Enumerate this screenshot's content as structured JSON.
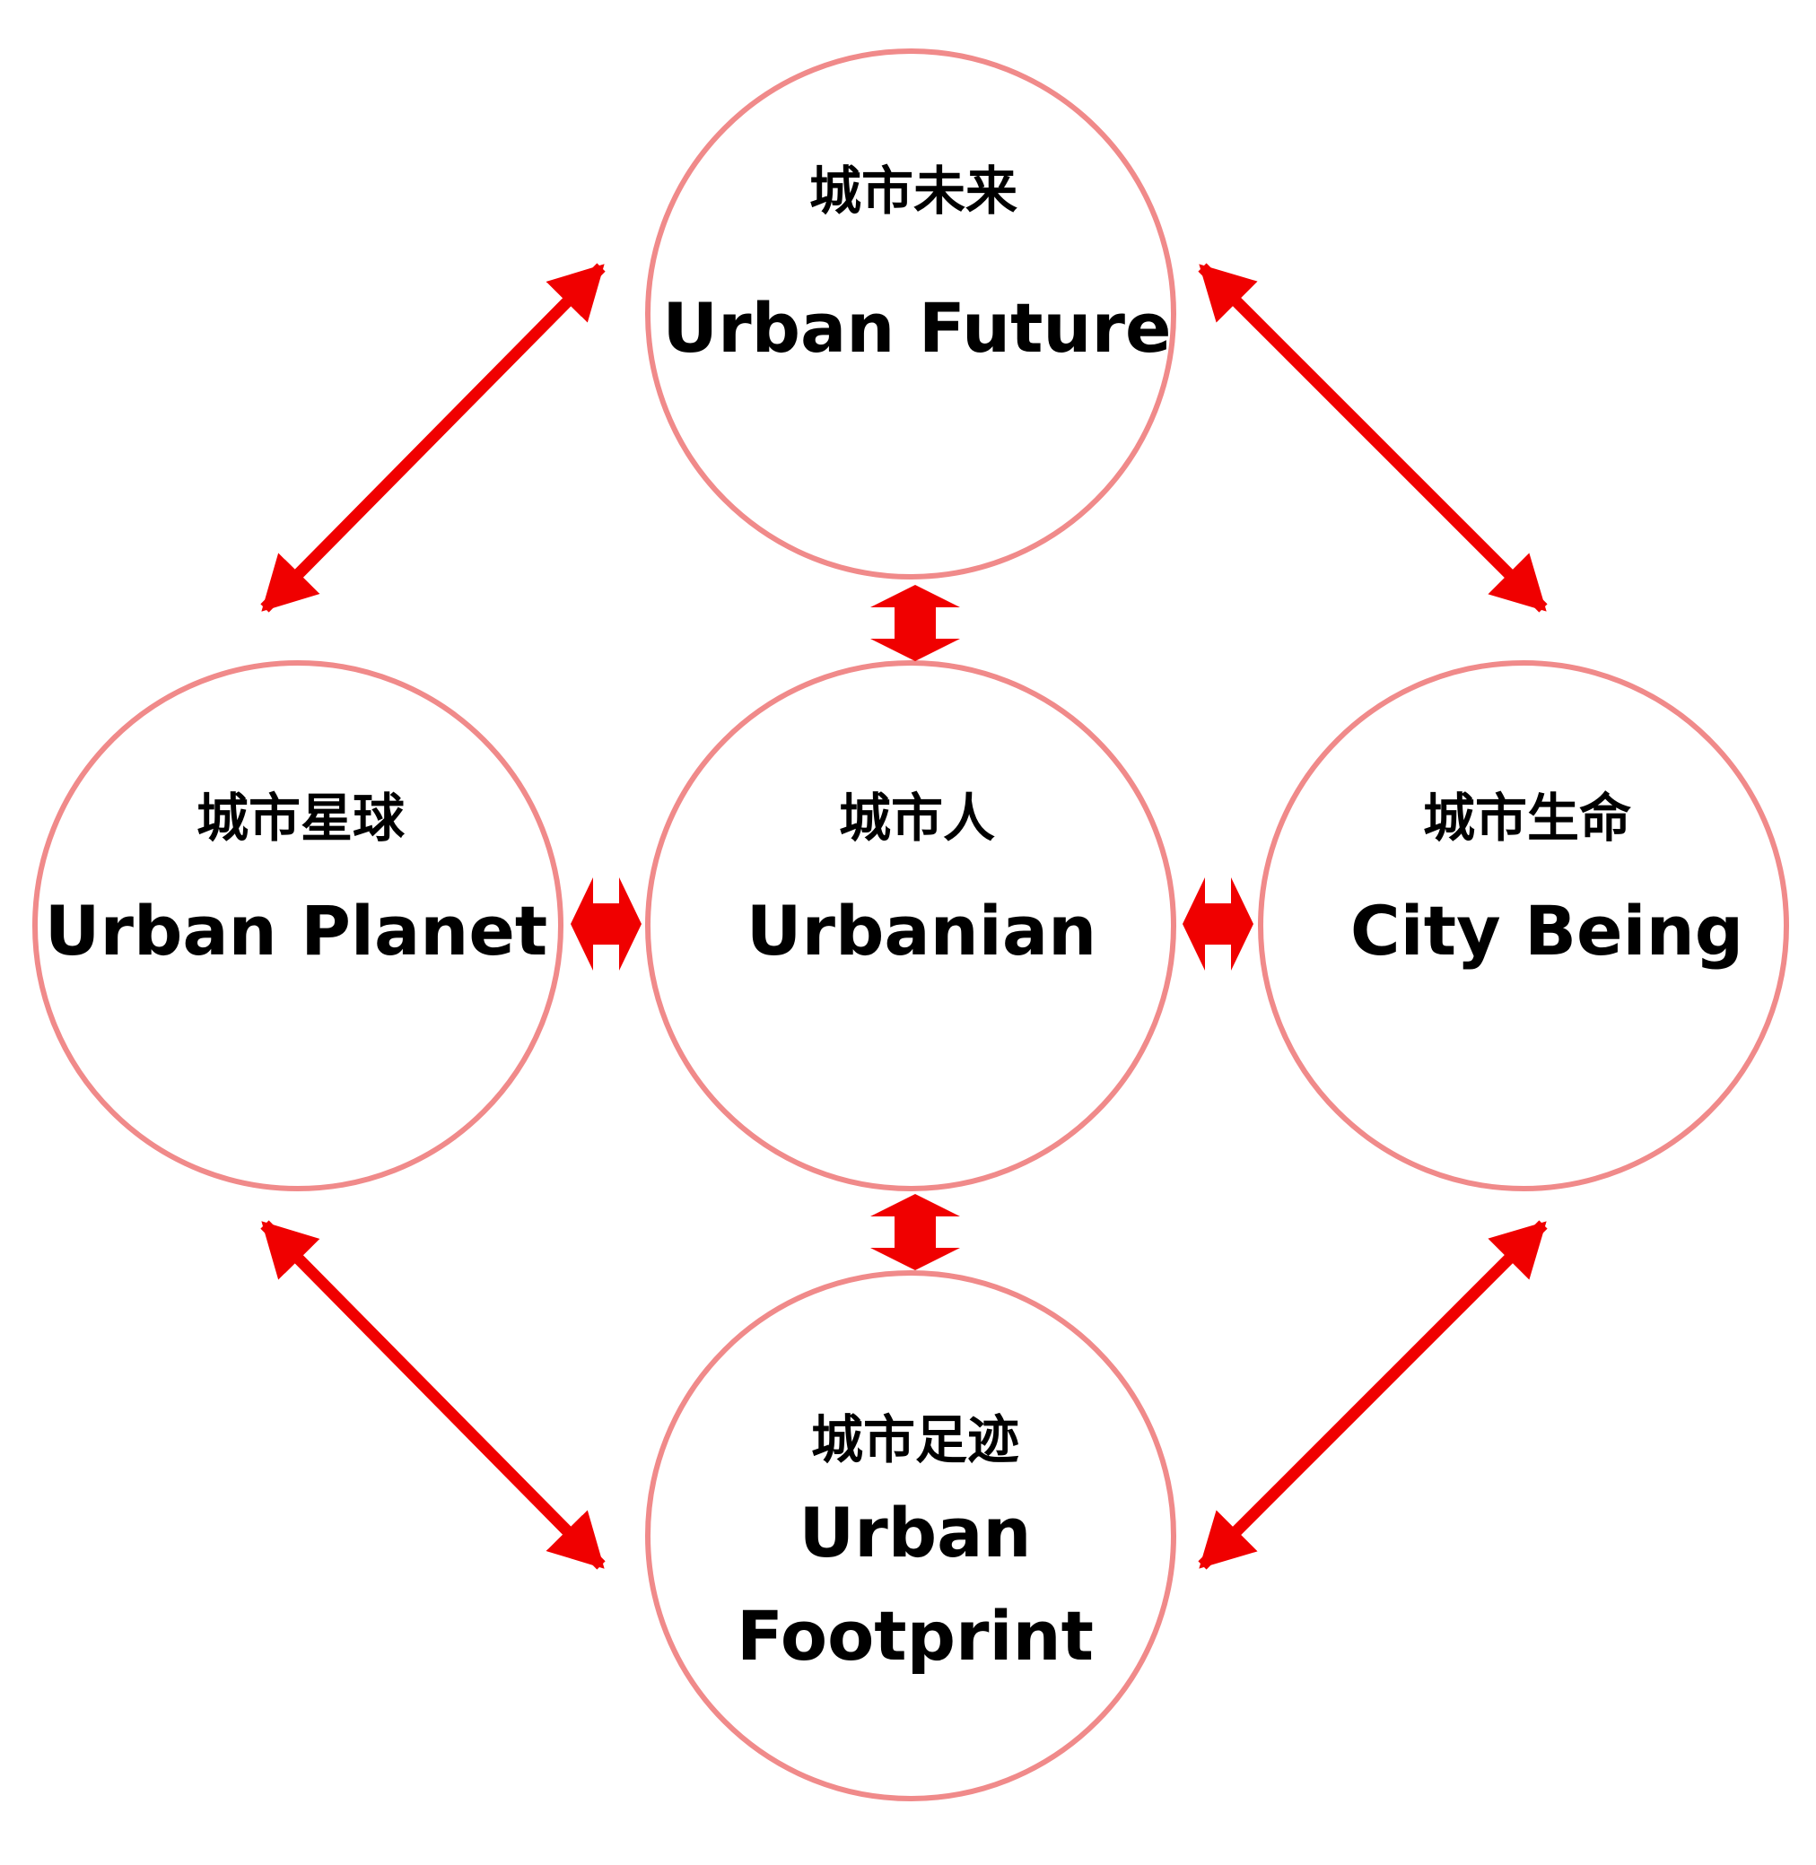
{
  "colors": {
    "circle_stroke": "#f08a8a",
    "arrow": "#f00000",
    "text": "#000000",
    "background": "#ffffff"
  },
  "nodes": {
    "future": {
      "zh": "城市未来",
      "en_line1": "Urban Future"
    },
    "planet": {
      "zh": "城市星球",
      "en_line1": "Urban Planet"
    },
    "center": {
      "zh": "城市人",
      "en_line1": "Urbanian"
    },
    "being": {
      "zh": "城市生命",
      "en_line1": "City Being"
    },
    "footprint": {
      "zh": "城市足迹",
      "en_line1": "Urban",
      "en_line2": "Footprint"
    }
  },
  "connections": [
    {
      "from": "future",
      "to": "planet",
      "type": "double-arrow"
    },
    {
      "from": "future",
      "to": "being",
      "type": "double-arrow"
    },
    {
      "from": "future",
      "to": "center",
      "type": "double-arrow"
    },
    {
      "from": "planet",
      "to": "center",
      "type": "double-arrow"
    },
    {
      "from": "center",
      "to": "being",
      "type": "double-arrow"
    },
    {
      "from": "center",
      "to": "footprint",
      "type": "double-arrow"
    },
    {
      "from": "planet",
      "to": "footprint",
      "type": "double-arrow"
    },
    {
      "from": "being",
      "to": "footprint",
      "type": "double-arrow"
    }
  ]
}
